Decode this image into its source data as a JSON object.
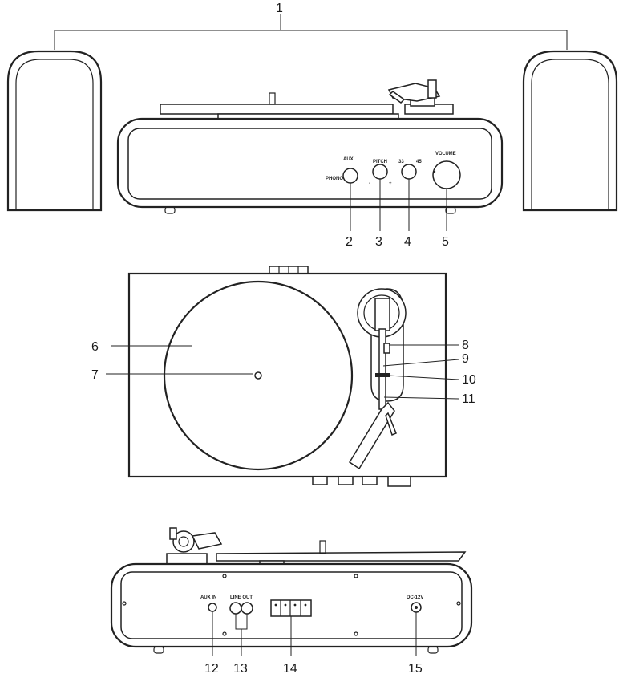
{
  "callouts": {
    "c1": "1",
    "c2": "2",
    "c3": "3",
    "c4": "4",
    "c5": "5",
    "c6": "6",
    "c7": "7",
    "c8": "8",
    "c9": "9",
    "c10": "10",
    "c11": "11",
    "c12": "12",
    "c13": "13",
    "c14": "14",
    "c15": "15"
  },
  "front_panel": {
    "aux": "AUX",
    "phono": "PHONO",
    "pitch": "PITCH",
    "minus": "-",
    "plus": "+",
    "speed33": "33",
    "speed45": "45",
    "volume": "VOLUME"
  },
  "rear_panel": {
    "aux_in": "AUX IN",
    "line_out": "LINE OUT",
    "dc": "DC-12V"
  }
}
